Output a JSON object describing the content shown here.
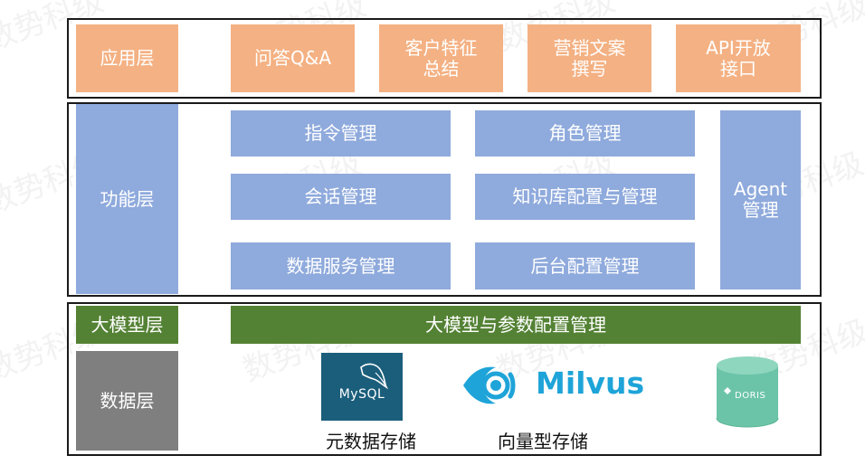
{
  "watermark": "数势科级",
  "app_layer": {
    "label": "应用层",
    "items": [
      "问答Q&A",
      "客户特征\n总结",
      "营销文案\n撰写",
      "API开放\n接口"
    ]
  },
  "function_layer": {
    "label": "功能层",
    "col1": [
      "指令管理",
      "会话管理",
      "数据服务管理"
    ],
    "col2": [
      "角色管理",
      "知识库配置与管理",
      "后台配置管理"
    ],
    "agent": "Agent\n管理"
  },
  "model_layer": {
    "label": "大模型层",
    "bar": "大模型与参数配置管理"
  },
  "data_layer": {
    "label": "数据层",
    "mysql_logo": "MySQL",
    "milvus_logo": "Milvus",
    "doris_logo": "DORIS",
    "caption_meta": "元数据存储",
    "caption_vector": "向量型存储"
  },
  "colors": {
    "app": "#f4b183",
    "function": "#8faadc",
    "model": "#548235",
    "data": "#7f7f7f",
    "milvus": "#1ea4d8",
    "mysql_bg": "#1b5e7b",
    "doris": "#6cc4a8"
  }
}
